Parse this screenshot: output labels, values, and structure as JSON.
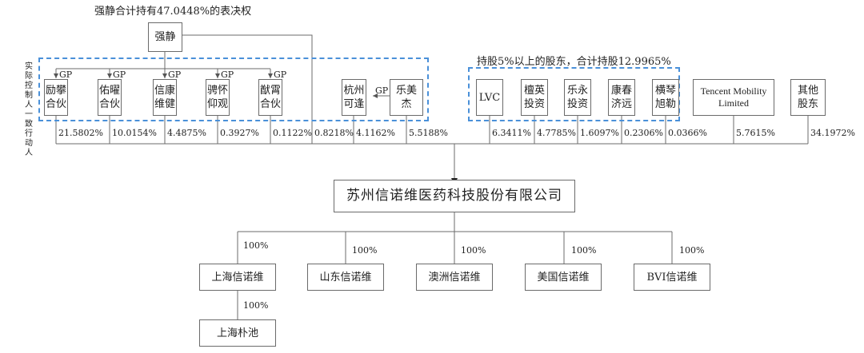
{
  "caption_top": "强静合计持有47.0448%的表决权",
  "caption_right": "持股5%以上的股东，合计持股12.9965%",
  "side_label": "实际控制人一致行动人",
  "controller": "强静",
  "gp_label": "GP",
  "partnerships": [
    {
      "name": "励攀合伙",
      "pct": "21.5802%"
    },
    {
      "name": "佑曜合伙",
      "pct": "10.0154%"
    },
    {
      "name": "信康维健",
      "pct": "4.4875%"
    },
    {
      "name": "骋怀仰观",
      "pct": "0.3927%"
    },
    {
      "name": "猷霄合伙",
      "pct": "0.1122%"
    }
  ],
  "controller_direct_pct": "0.8218%",
  "hangzhou": {
    "name": "杭州可逢",
    "pct": "4.1162%"
  },
  "lemeijie": {
    "name": "乐美杰",
    "pct": "5.5188%"
  },
  "big_holders": [
    {
      "name": "LVC",
      "pct": "6.3411%"
    },
    {
      "name": "檀英投资",
      "pct": "4.7785%"
    },
    {
      "name": "乐永投资",
      "pct": "1.6097%"
    },
    {
      "name": "康春济远",
      "pct": "0.2306%"
    },
    {
      "name": "横琴旭勒",
      "pct": "0.0366%"
    }
  ],
  "tencent": {
    "name": "Tencent Mobility Limited",
    "pct": "5.7615%"
  },
  "others": {
    "name": "其他股东",
    "pct": "34.1972%"
  },
  "company": "苏州信诺维医药科技股份有限公司",
  "subsidiaries": [
    {
      "name": "上海信诺维",
      "pct": "100%"
    },
    {
      "name": "山东信诺维",
      "pct": "100%"
    },
    {
      "name": "澳洲信诺维",
      "pct": "100%"
    },
    {
      "name": "美国信诺维",
      "pct": "100%"
    },
    {
      "name": "BVI信诺维",
      "pct": "100%"
    }
  ],
  "sub_sub": {
    "name": "上海朴池",
    "pct": "100%"
  }
}
